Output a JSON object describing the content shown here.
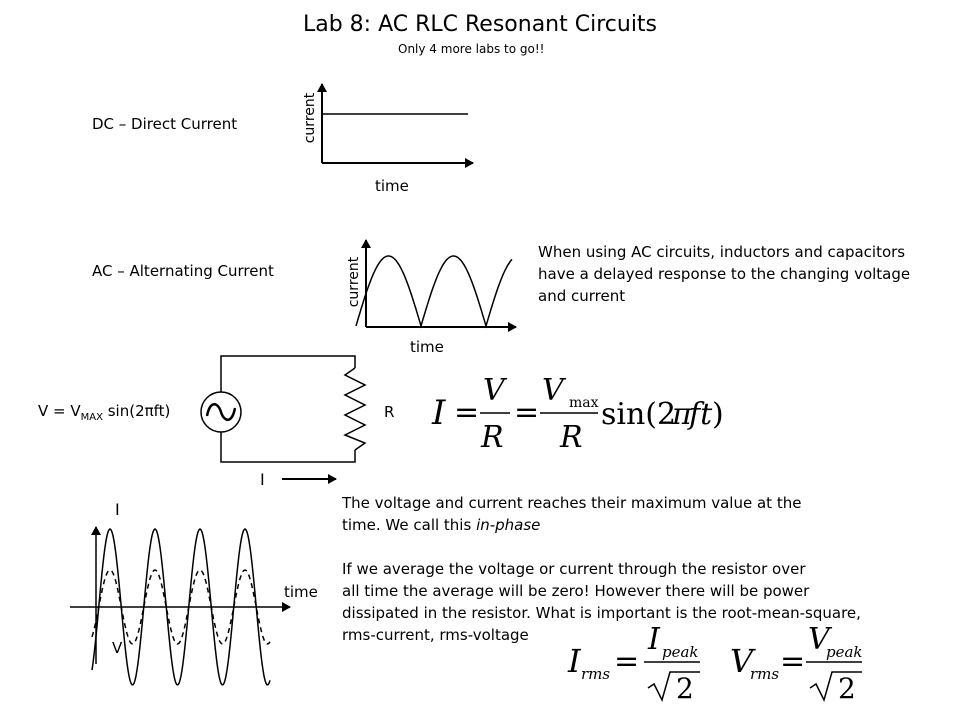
{
  "title": "Lab 8:  AC RLC Resonant Circuits",
  "subtitle": "Only 4 more labs to go!!",
  "dc": {
    "label": "DC – Direct Current",
    "ylabel": "current",
    "xlabel": "time"
  },
  "ac": {
    "label": "AC – Alternating Current",
    "ylabel": "current",
    "xlabel": "time",
    "note": "When using AC circuits, inductors and capacitors have a delayed response to the changing voltage and current"
  },
  "circuit": {
    "source_prefix": "V = V",
    "source_sub": "MAX",
    "source_suffix": " sin(2πft)",
    "source_symbol": "~",
    "resistor_label": "R",
    "current_label": "I"
  },
  "ohms_law": {
    "I": "I",
    "eq": "=",
    "V": "V",
    "R": "R",
    "Vmax_V": "V",
    "Vmax_sub": "max",
    "sin_text": "sin(2",
    "pi": "π",
    "ft": "ft",
    "close": ")"
  },
  "phase_plot": {
    "ylabel": "I",
    "xlabel": "time",
    "vlabel": "V"
  },
  "text_block": {
    "para1_line1": "The voltage and current reaches their maximum value at the",
    "para1_line2_prefix": "time. We call this ",
    "para1_line2_italic": "in-phase",
    "para2_line1": "If we average the voltage or current through the resistor over",
    "para2_line2": "all time the average will be zero! However there will be power",
    "para2_line3": "dissipated in the resistor. What is important is the root-mean-square,",
    "para2_line4": "rms-current, rms-voltage"
  },
  "rms": {
    "I": "I",
    "I_sub": "rms",
    "I_peak": "I",
    "I_peak_sub": "peak",
    "V": "V",
    "V_sub": "rms",
    "V_peak": "V",
    "V_peak_sub": "peak",
    "eq": "=",
    "sqrt_arg": "2"
  }
}
